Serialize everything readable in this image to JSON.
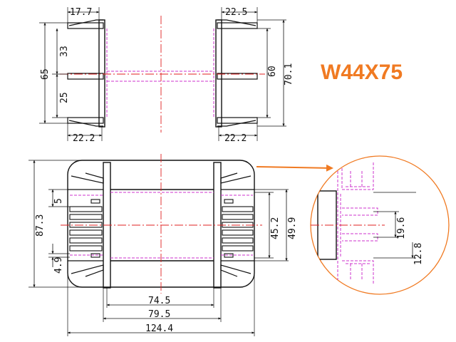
{
  "title": "W44X75",
  "colors": {
    "outline": "#111111",
    "centerline": "#e02020",
    "hidden": "#cc33cc",
    "accent": "#f07a22"
  },
  "top_view": {
    "dim_top_left": "17.7",
    "dim_top_right": "22.5",
    "dim_bottom_left": "22.2",
    "dim_bottom_right": "22.2",
    "dim_left_outer": "65",
    "dim_left_upper": "33",
    "dim_left_lower": "25",
    "dim_right_inner": "60",
    "dim_right_outer": "70.1"
  },
  "front_view": {
    "dim_height": "87.3",
    "dim_slot_gap": "5",
    "dim_slot_width": "4.9",
    "dim_window_height": "45.2",
    "dim_flange_height": "49.9",
    "dim_inner_width": "74.5",
    "dim_core_width": "79.5",
    "dim_overall_width": "124.4"
  },
  "detail_view": {
    "dim_pin_pitch": "19.6",
    "dim_pin_offset": "12.8"
  }
}
